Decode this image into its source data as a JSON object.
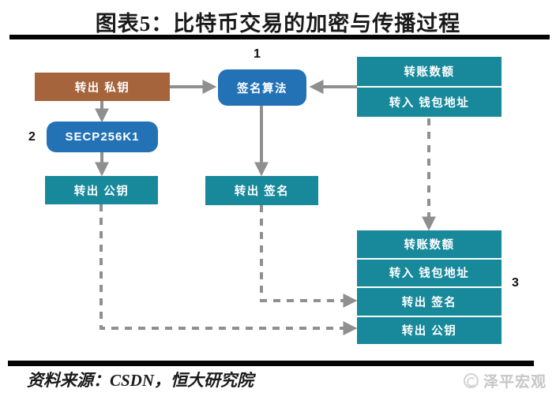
{
  "title": "图表5：比特币交易的加密与传播过程",
  "colors": {
    "brown_box": "#A5643C",
    "blue_box": "#2472B6",
    "teal_box": "#17899B",
    "arrow_gray": "#8F8F8F",
    "rule_black": "#050505",
    "watermark_gray": "#C6C6C6"
  },
  "diagram": {
    "step_labels": {
      "one": "1",
      "two": "2",
      "three": "3"
    },
    "private_key_box": "转出 私钥",
    "sign_algorithm_box": "签名算法",
    "secp_box": "SECP256K1",
    "public_key_box": "转出 公钥",
    "signature_box": "转出 签名",
    "tx_top_box": {
      "rows": [
        "转账数额",
        "转入 钱包地址"
      ]
    },
    "tx_bottom_box": {
      "rows": [
        "转账数额",
        "转入 钱包地址",
        "转出 签名",
        "转出 公钥"
      ]
    }
  },
  "footer": {
    "source": "资料来源：CSDN，恒大研究院",
    "watermark": "泽平宏观"
  }
}
